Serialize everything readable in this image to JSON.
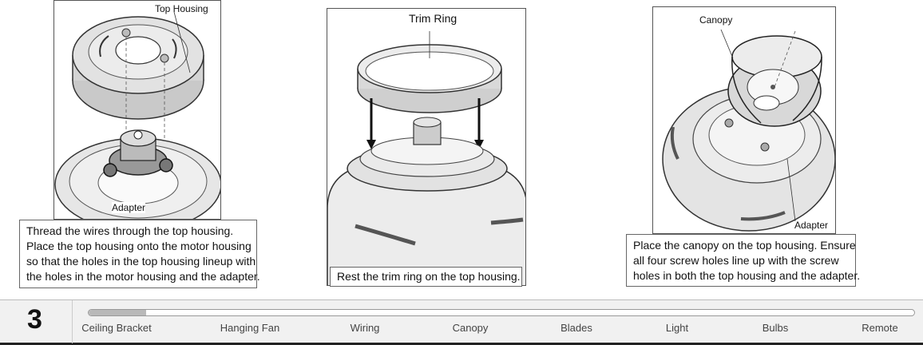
{
  "panels": [
    {
      "labels": {
        "top_housing": "Top Housing",
        "adapter": "Adapter"
      },
      "caption": [
        "Thread the wires through the top housing.",
        "Place the top housing onto the motor housing",
        "so that the holes in the top housing lineup with",
        "the holes in the motor housing and the adapter."
      ]
    },
    {
      "labels": {
        "trim_ring": "Trim Ring"
      },
      "caption": [
        "Rest the trim ring on the top housing."
      ]
    },
    {
      "labels": {
        "canopy": "Canopy",
        "adapter": "Adapter"
      },
      "caption": [
        "Place the canopy on the top housing. Ensure",
        "all four screw holes line up with the screw",
        "holes in both the top housing and the adapter."
      ]
    }
  ],
  "footer": {
    "step_number": "3",
    "progress": 0.07,
    "steps": [
      "Ceiling Bracket",
      "Hanging Fan",
      "Wiring",
      "Canopy",
      "Blades",
      "Light",
      "Bulbs",
      "Remote"
    ]
  },
  "colors": {
    "line": "#333333",
    "fill_light": "#e6e6e6",
    "fill_mid": "#c9c9c9",
    "progress_fill": "#b9b9b9"
  }
}
